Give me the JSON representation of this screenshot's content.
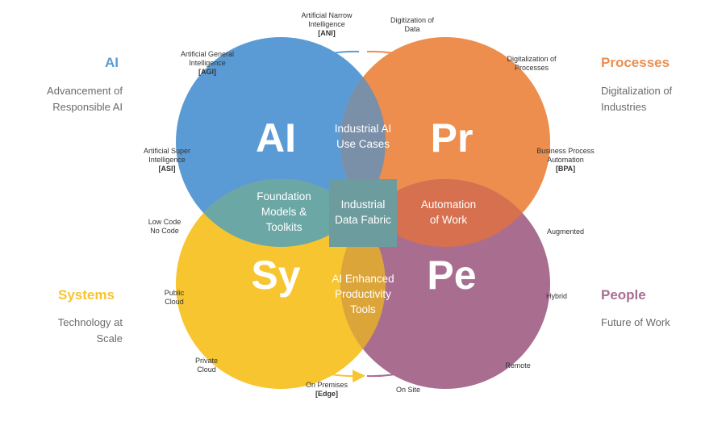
{
  "colors": {
    "ai": "#5b9bd5",
    "processes": "#ed8d4e",
    "systems": "#f7c530",
    "people": "#a96d8f",
    "overlap_ai_pr": "#7a8fa8",
    "overlap_ai_sy": "#6aa7a5",
    "overlap_pr_pe": "#d7704e",
    "overlap_sy_pe": "#dba53a",
    "center": "#6d9c9e"
  },
  "quadrants": {
    "ai": {
      "abbr": "AI",
      "title": "AI",
      "subtitle": [
        "Advancement of",
        "Responsible AI"
      ]
    },
    "processes": {
      "abbr": "Pr",
      "title": "Processes",
      "subtitle": [
        "Digitalization of",
        "Industries"
      ]
    },
    "systems": {
      "abbr": "Sy",
      "title": "Systems",
      "subtitle": [
        "Technology at",
        "Scale"
      ]
    },
    "people": {
      "abbr": "Pe",
      "title": "People",
      "subtitle": [
        "Future of Work"
      ]
    }
  },
  "overlaps": {
    "ai_pr": [
      "Industrial AI",
      "Use Cases"
    ],
    "ai_sy": [
      "Foundation",
      "Models &",
      "Toolkits"
    ],
    "center": [
      "Industrial",
      "Data Fabric"
    ],
    "pr_pe": [
      "Automation",
      "of Work"
    ],
    "sy_pe": [
      "AI Enhanced",
      "Productivity",
      "Tools"
    ]
  },
  "ring_labels": {
    "ani": {
      "lines": [
        "Artificial Narrow",
        "Intelligence"
      ],
      "bold": "[ANI]"
    },
    "agi": {
      "lines": [
        "Artificial General",
        "Intelligence"
      ],
      "bold": "[AGI]"
    },
    "asi": {
      "lines": [
        "Artificial Super",
        "Intelligence"
      ],
      "bold": "[ASI]"
    },
    "digitization": {
      "lines": [
        "Digitization of",
        "Data"
      ]
    },
    "digitalization": {
      "lines": [
        "Digitalization of",
        "Processes"
      ]
    },
    "bpa": {
      "lines": [
        "Business Process",
        "Automation"
      ],
      "bold": "[BPA]"
    },
    "lowcode": {
      "lines": [
        "Low Code",
        "No Code"
      ]
    },
    "publiccloud": {
      "lines": [
        "Public",
        "Cloud"
      ]
    },
    "privatecloud": {
      "lines": [
        "Private",
        "Cloud"
      ]
    },
    "onpremises": {
      "lines": [
        "On Premises"
      ],
      "bold": "[Edge]"
    },
    "augmented": {
      "lines": [
        "Augmented"
      ]
    },
    "hybrid": {
      "lines": [
        "Hybrid"
      ]
    },
    "remote": {
      "lines": [
        "Remote"
      ]
    },
    "onsite": {
      "lines": [
        "On Site"
      ]
    }
  }
}
